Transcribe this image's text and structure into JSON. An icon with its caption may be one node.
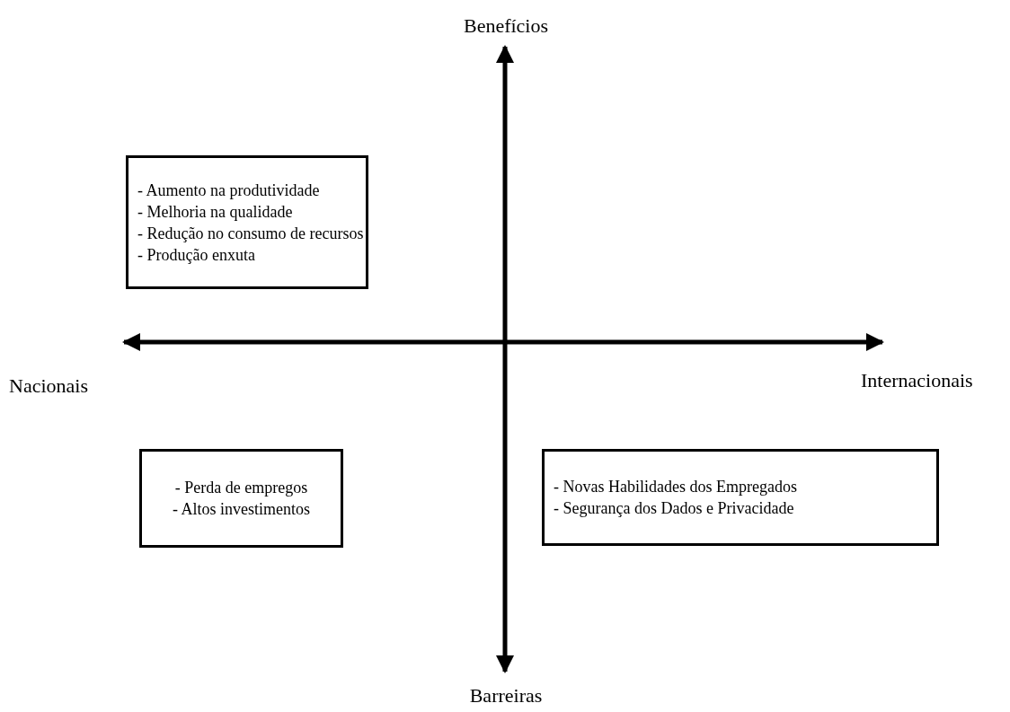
{
  "diagram": {
    "nodes": [
      {
        "text": [
          "- Aumento na produtividade",
          "- Melhoria na qualidade",
          "- Redução no consumo de recursos",
          "- Produção enxuta"
        ]
      },
      {
        "text": [
          "- Perda de empregos",
          "- Altos investimentos"
        ]
      },
      {
        "text": [
          "- Novas Habilidades dos Empregados",
          "- Segurança dos Dados e Privacidade"
        ]
      }
    ],
    "edges": [],
    "labels": [
      "Benefícios",
      "Nacionais",
      "Internacionais",
      "Barreiras"
    ]
  }
}
